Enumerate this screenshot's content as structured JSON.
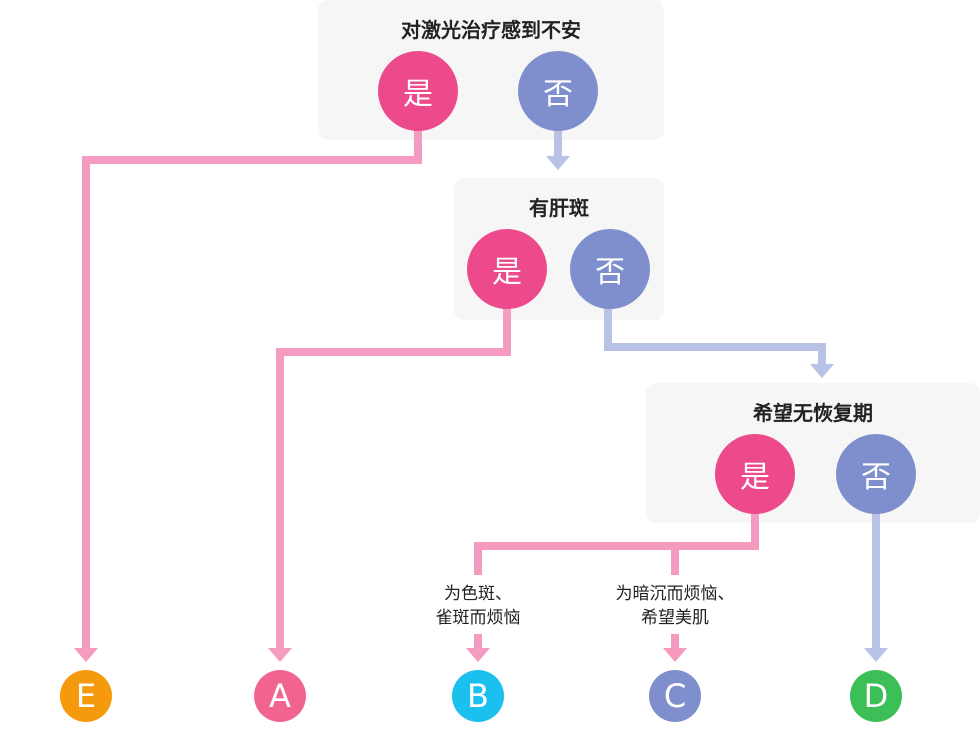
{
  "questions": [
    {
      "text": "对激光治疗感到不安",
      "yes": "是",
      "no": "否"
    },
    {
      "text": "有肝斑",
      "yes": "是",
      "no": "否"
    },
    {
      "text": "希望无恢复期",
      "yes": "是",
      "no": "否"
    }
  ],
  "branches": [
    {
      "line1": "为色斑、",
      "line2": "雀斑而烦恼"
    },
    {
      "line1": "为暗沉而烦恼、",
      "line2": "希望美肌"
    }
  ],
  "results": [
    {
      "label": "E",
      "color": "#f59a0c"
    },
    {
      "label": "A",
      "color": "#f0648f"
    },
    {
      "label": "B",
      "color": "#1cc0ee"
    },
    {
      "label": "C",
      "color": "#7f8fcd"
    },
    {
      "label": "D",
      "color": "#3bbf56"
    }
  ],
  "colors": {
    "yes_path": "#f59bc0",
    "no_path": "#b8c2e6"
  }
}
